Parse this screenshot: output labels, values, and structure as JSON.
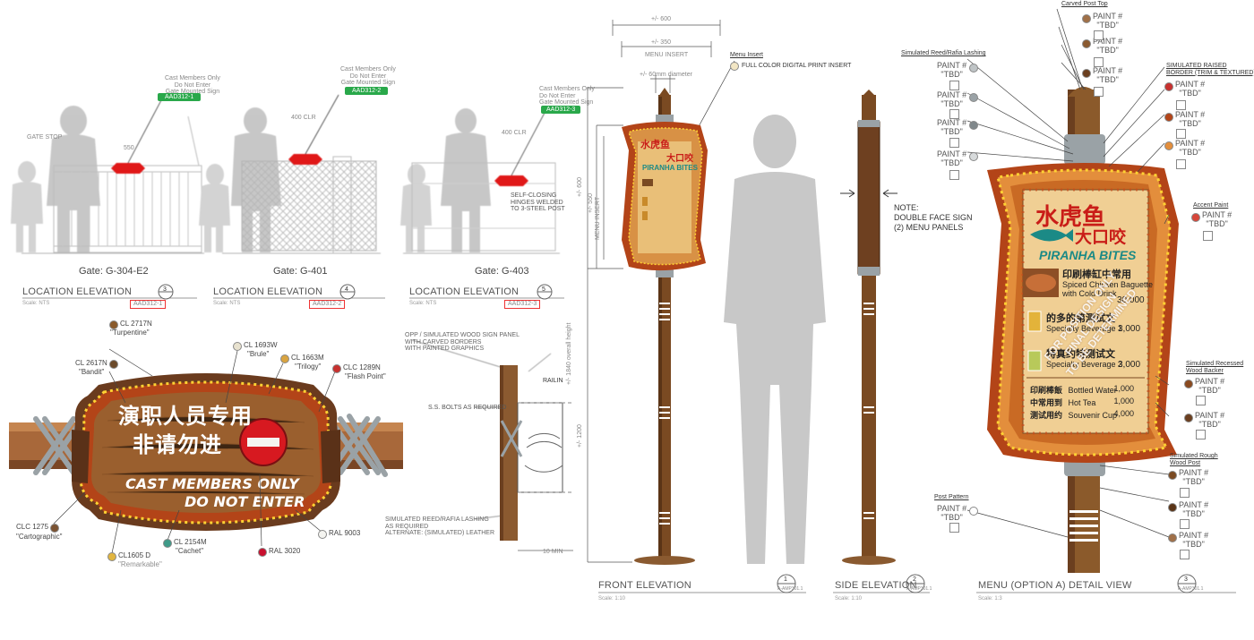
{
  "left_panel": {
    "gates": [
      {
        "caption": "Gate: G-304-E2",
        "tag_text": "Cast Members Only\nDo Not Enter\nGate Mounted Sign",
        "tag_code": "AAD312-1"
      },
      {
        "caption": "Gate: G-401",
        "tag_text": "Cast Members Only\nDo Not Enter\nGate Mounted Sign",
        "tag_code": "AAD312-2"
      },
      {
        "caption": "Gate: G-403",
        "tag_text": "Cast Members Only\nDo Not Enter\nGate Mounted Sign",
        "tag_code": "AAD312-3"
      }
    ],
    "gate_small_labels": {
      "gate_stop": "GATE STOP",
      "dim_a": "550",
      "dim_b": "400 CLR",
      "dim_c": "400 CLR",
      "self_closing": "SELF-CLOSING\nHINGES WELDED\nTO 3-STEEL POST"
    },
    "elevations": [
      {
        "title": "LOCATION ELEVATION",
        "scale": "Scale: NTS",
        "number": "3",
        "sheet": "AAD312-1"
      },
      {
        "title": "LOCATION ELEVATION",
        "scale": "Scale: NTS",
        "number": "4",
        "sheet": "AAD312-2"
      },
      {
        "title": "LOCATION ELEVATION",
        "scale": "Scale: NTS",
        "number": "5",
        "sheet": "AAD312-3"
      }
    ],
    "sign": {
      "chinese_line1": "演职人员专用",
      "chinese_line2": "非请勿进",
      "english_line1": "CAST MEMBERS ONLY",
      "english_line2": "DO NOT ENTER"
    },
    "color_callouts": [
      {
        "code": "CL 2717N",
        "name": "\"Turpentine\"",
        "color": "#8a5a2b"
      },
      {
        "code": "CL 2617N",
        "name": "\"Bandit\"",
        "color": "#6b4a2a"
      },
      {
        "code": "CL 1693W",
        "name": "\"Brule\"",
        "color": "#e8e2cf"
      },
      {
        "code": "CL 1663M",
        "name": "\"Trilogy\"",
        "color": "#d9a441"
      },
      {
        "code": "CLC 1289N",
        "name": "\"Flash Point\"",
        "color": "#c8312f"
      },
      {
        "code": "CLC 1275",
        "name": "\"Cartographic\"",
        "color": "#7a5232"
      },
      {
        "code": "CL1605 D",
        "name": "\"Remarkable\"",
        "color": "#e2b640"
      },
      {
        "code": "CL 2154M",
        "name": "\"Cachet\"",
        "color": "#3f9a88"
      },
      {
        "code": "RAL 9003",
        "name": "",
        "color": "#f4f4f0"
      },
      {
        "code": "RAL 3020",
        "name": "",
        "color": "#c8102e"
      }
    ],
    "side_section": {
      "label_panel": "OPP / SIMULATED WOOD SIGN PANEL\nWITH CARVED BORDERS\nWITH PAINTED GRAPHICS",
      "label_bolts": "S.S. BOLTS AS REQUIRED",
      "label_railing": "RAILIN",
      "label_lashing": "SIMULATED REED/RAFIA LASHING\nAS REQUIRED\nALTERNATE: (SIMULATED) LEATHER"
    }
  },
  "right_panel": {
    "dims": {
      "top1": "+/- 600",
      "top2": "+/- 350",
      "top_menu": "MENU INSERT",
      "diameter": "+/- 60mm diameter",
      "v1": "+/- 600",
      "v2": "+/- 550",
      "v_menu": "MENU INSERT",
      "v_overall": "+/- 1840 overall height",
      "v3": "+/- 1200",
      "bottom": "10 MIN"
    },
    "menu_insert_label": "Menu Insert",
    "menu_insert_detail": "FULL COLOR DIGITAL PRINT INSERT",
    "note": "NOTE:\nDOUBLE FACE SIGN\n(2) MENU PANELS",
    "menu": {
      "title_cn1": "水虎鱼",
      "title_cn2": "大口咬",
      "title_en": "PIRANHA BITES",
      "item1_cn": "印刷棒缸中常用",
      "item1_en": "Spiced Chicken Baguette",
      "item1_en2": "with Cold Drink",
      "item1_price": "30,000",
      "item2_cn": "的多的第测试文",
      "item2_en": "Specialty Beverage 1",
      "item2_price": "3,000",
      "item3_cn": "特真约特测试文",
      "item3_en": "Specialty Beverage 2",
      "item3_price": "3,000",
      "rows": [
        {
          "cn": "印刷棒飯",
          "en": "Bottled Water",
          "price": "1,000"
        },
        {
          "cn": "中常用到",
          "en": "Hot Tea",
          "price": "1,000"
        },
        {
          "cn": "测试用约",
          "en": "Souvenir Cup",
          "price": "4,000"
        }
      ],
      "watermark1": "FOR POSITION ONLY",
      "watermark2": "FINAL DESIGN",
      "watermark3": "TO BE DETERMINED"
    },
    "detail_labels": {
      "carved_post_top": "Carved Post Top",
      "reed_lashing": "Simulated Reed/Rafia Lashing",
      "raised_border": "SIMULATED RAISED\nBORDER (TRIM & TEXTURED)",
      "accent_paint": "Accent Paint",
      "recessed_wood": "Simulated Recessed\nWood Backer",
      "rough_wood": "Simulated Rough\nWood Post",
      "post_pattern": "Post Pattern",
      "paint": "PAINT #",
      "tbd": "\"TBD\""
    },
    "views": [
      {
        "title": "FRONT ELEVATION",
        "scale": "Scale: 1:10",
        "number": "1",
        "sheet": "A-AMP301.1"
      },
      {
        "title": "SIDE ELEVATION",
        "scale": "Scale: 1:10",
        "number": "2",
        "sheet": "A-AMP301.1"
      },
      {
        "title": "MENU (OPTION A) DETAIL VIEW",
        "scale": "Scale: 1:3",
        "number": "3",
        "sheet": "A-AMP301.1"
      }
    ]
  }
}
